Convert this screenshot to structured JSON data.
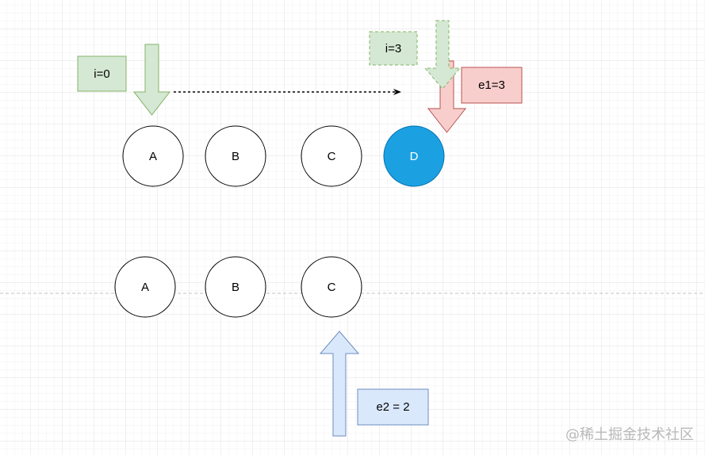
{
  "labels": {
    "i_start": "i=0",
    "i_end": "i=3",
    "e1": "e1=3",
    "e2": "e2 = 2"
  },
  "old_nodes": [
    "A",
    "B",
    "C",
    "D"
  ],
  "new_nodes": [
    "A",
    "B",
    "C"
  ],
  "colors": {
    "green_fill": "#d5e8d4",
    "green_stroke": "#82b366",
    "red_fill": "#f8cecc",
    "red_stroke": "#b85450",
    "blue_fill": "#dae8fc",
    "blue_stroke": "#6c8ebf",
    "highlight_fill": "#1ba1e2",
    "highlight_stroke": "#006eaf"
  },
  "watermark": "@稀土掘金技术社区"
}
